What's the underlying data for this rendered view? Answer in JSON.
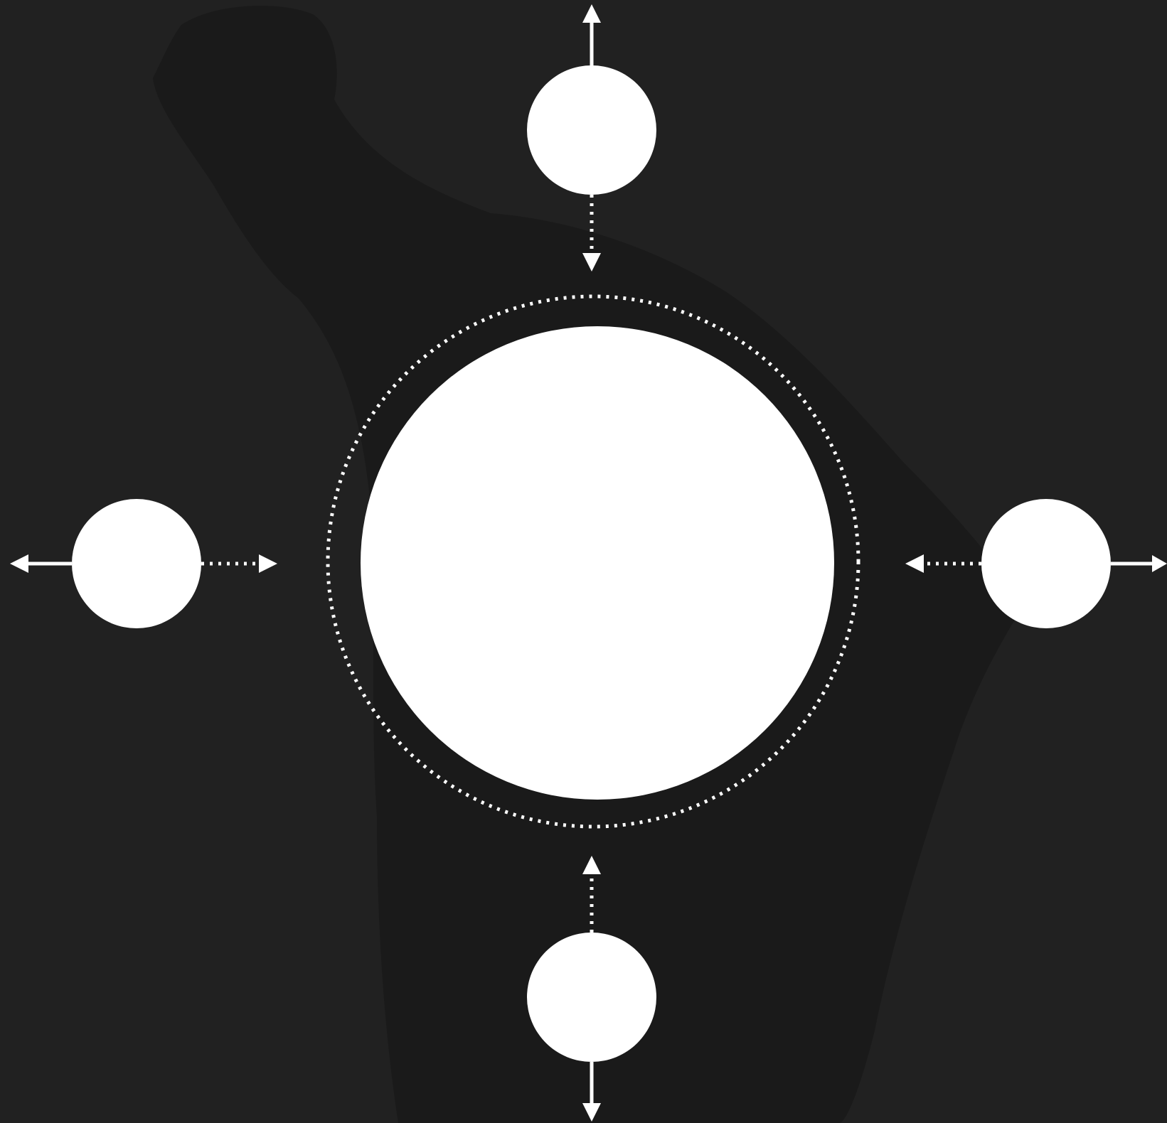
{
  "colors": {
    "background": "#212121",
    "silhouette": "#181818",
    "shape_fill": "#ffffff",
    "arrow": "#ffffff"
  },
  "diagram": {
    "center_node": {
      "label": ""
    },
    "ring": {
      "style": "dotted"
    },
    "satellites": [
      {
        "id": "top",
        "label": "",
        "outer_arrow": "solid",
        "inner_arrow": "dotted"
      },
      {
        "id": "left",
        "label": "",
        "outer_arrow": "solid",
        "inner_arrow": "dotted"
      },
      {
        "id": "right",
        "label": "",
        "outer_arrow": "solid",
        "inner_arrow": "dotted"
      },
      {
        "id": "bottom",
        "label": "",
        "outer_arrow": "solid",
        "inner_arrow": "dotted"
      }
    ]
  }
}
